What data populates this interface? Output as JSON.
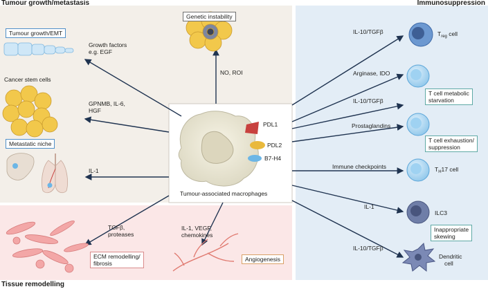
{
  "sections": {
    "growth_title": "Tumour growth/metastasis",
    "immuno_title": "Immunosuppression",
    "tissue_title": "Tissue remodelling"
  },
  "center": {
    "label": "Tumour-associated macrophages",
    "markers": [
      "PDL1",
      "PDL2",
      "B7-H4"
    ]
  },
  "growth": {
    "genetic_box": "Genetic instability",
    "genetic_arrow": "NO, ROI",
    "emt_box": "Tumour growth/EMT",
    "emt_arrow_1": "Growth factors",
    "emt_arrow_2": "e.g. EGF",
    "csc_label": "Cancer stem cells",
    "csc_arrow_1": "GPNMB, IL-6,",
    "csc_arrow_2": "HGF",
    "niche_box": "Metastatic niche",
    "niche_arrow": "IL-1"
  },
  "tissue": {
    "ecm_arrow_1": "TGFβ,",
    "ecm_arrow_2": "proteases",
    "ecm_box_1": "ECM remodelling/",
    "ecm_box_2": "fibrosis",
    "angio_arrow_1": "IL-1, VEGF,",
    "angio_arrow_2": "chemokines",
    "angio_box": "Angiogenesis"
  },
  "immuno": {
    "treg_arrow": "IL-10/TGFβ",
    "treg_cell": "T",
    "treg_sub": "reg",
    "treg_suffix": " cell",
    "arginase_arrow": "Arginase, IDO",
    "il10_arrow_2": "IL-10/TGFβ",
    "starvation_box_1": "T cell metabolic",
    "starvation_box_2": "starvation",
    "prostaglandins_arrow": "Prostaglandins",
    "exhaustion_box_1": "T cell exhaustion/",
    "exhaustion_box_2": "suppression",
    "checkpoints_arrow": "Immune checkpoints",
    "th17_cell": "T",
    "th17_sub": "H",
    "th17_suffix": "17 cell",
    "il1_arrow": "IL-1",
    "ilc3_cell": "ILC3",
    "skewing_box_1": "Inappropriate",
    "skewing_box_2": "skewing",
    "dc_arrow": "IL-10/TGFβ",
    "dc_cell_1": "Dendritic",
    "dc_cell_2": "cell"
  },
  "colors": {
    "growth_bg": "#f3efe9",
    "immuno_bg": "#e3edf6",
    "tissue_bg": "#fbe7e7",
    "arrow": "#1f3350",
    "tumour_cell": "#f2c84b",
    "immune_cell": "#a9d4f0",
    "pdl1": "#c8413e",
    "pdl2": "#e9b93c",
    "b7h4": "#6cb6e6"
  }
}
